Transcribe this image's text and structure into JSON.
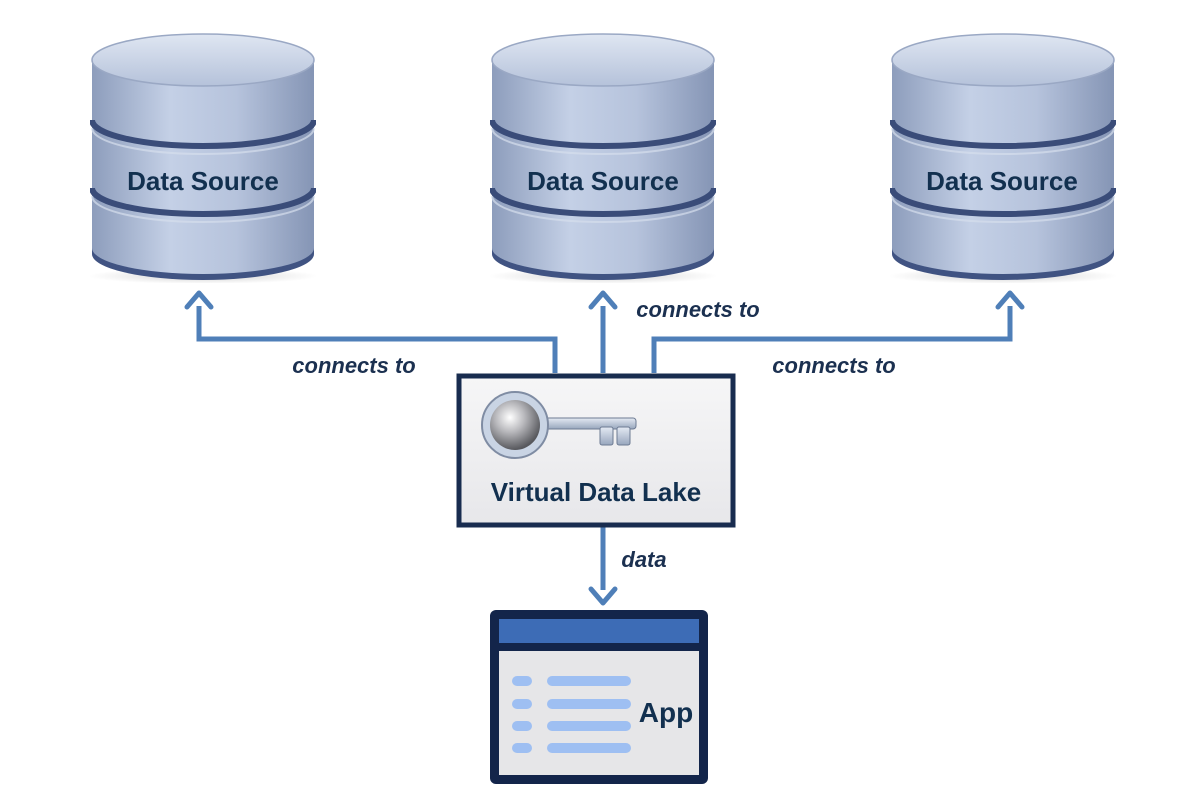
{
  "data_sources": [
    {
      "label": "Data Source"
    },
    {
      "label": "Data Source"
    },
    {
      "label": "Data Source"
    }
  ],
  "hub": {
    "label": "Virtual Data Lake",
    "icon": "key-icon"
  },
  "app": {
    "label": "App",
    "icon": "app-window-icon"
  },
  "edges": {
    "left": "connects to",
    "center": "connects to",
    "right": "connects to",
    "output": "data"
  },
  "colors": {
    "connector": "#4f7fb8",
    "dark_border": "#182c4f",
    "cylinder_body": "#aab8d2",
    "app_titlebar": "#3d6cb6",
    "app_list": "#9ebff2"
  }
}
